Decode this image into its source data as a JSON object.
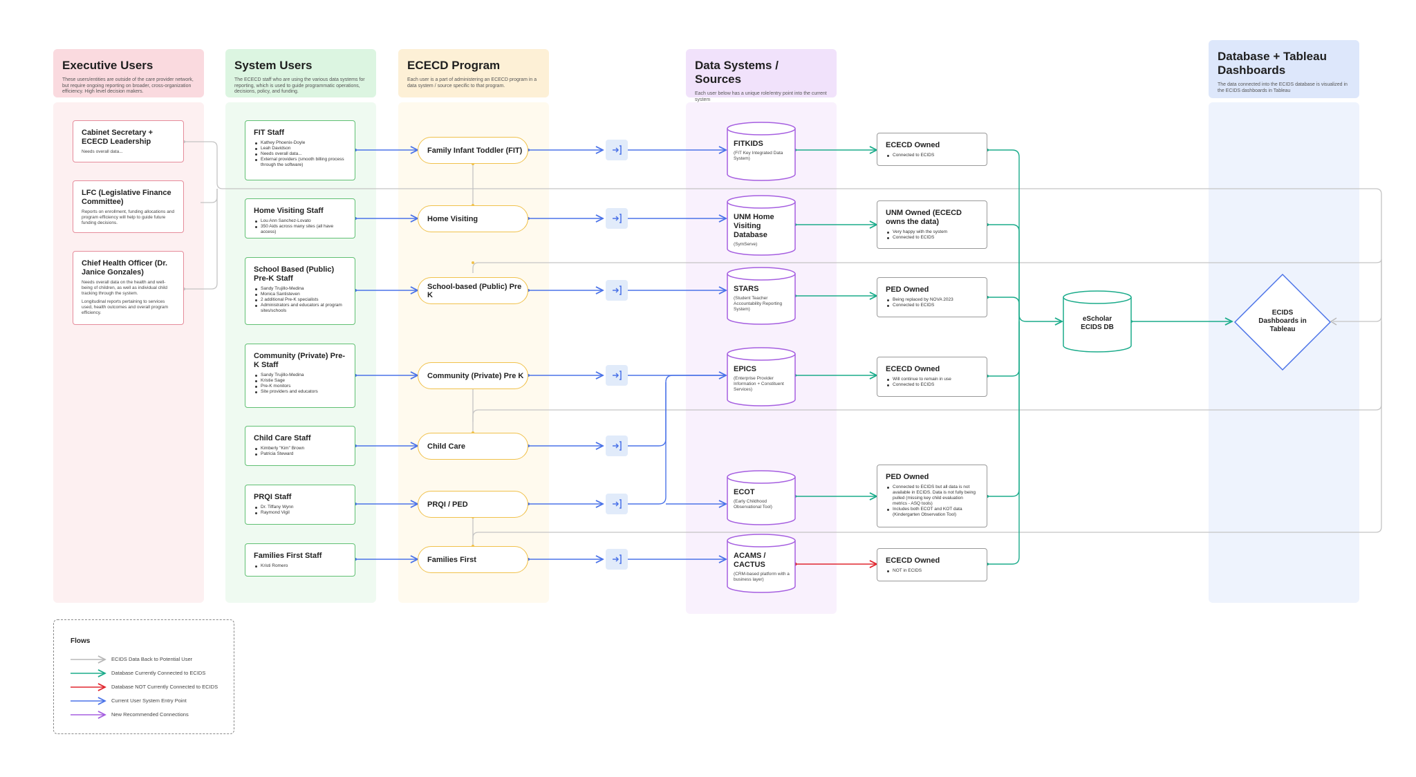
{
  "columns": {
    "executive": {
      "title": "Executive Users",
      "desc": "These users/entities are outside of the care provider network, but require ongoing reporting on broader, cross-organization efficiency. High level decision makers."
    },
    "system": {
      "title": "System Users",
      "desc": "The ECECD staff who are using the various data systems for reporting, which is used to guide programmatic operations, decisions, policy, and funding."
    },
    "program": {
      "title": "ECECD Program",
      "desc": "Each user is a part of administering an ECECD program in a data system / source specific to that program."
    },
    "sources": {
      "title": "Data Systems / Sources",
      "desc": "Each user below has a unique role/entry point into the current system"
    },
    "tableau": {
      "title": "Database + Tableau Dashboards",
      "desc": "The data connected into the ECIDS database is visualized in the ECIDS dashboards in Tableau"
    }
  },
  "executive_users": [
    {
      "title": "Cabinet Secretary + ECECD Leadership",
      "desc": "Needs overall data..."
    },
    {
      "title": "LFC (Legislative Finance Committee)",
      "desc": "Reports on enrollment, funding allocations and program efficiency will help to guide future funding decisions."
    },
    {
      "title": "Chief Health Officer (Dr. Janice Gonzales)",
      "desc": "Needs overall data on the health and well-being of children, as well as individual child tracking through the system.",
      "desc2": "Longitudinal reports pertaining to services used, health outcomes and overall program efficiency."
    }
  ],
  "system_users": [
    {
      "title": "FIT Staff",
      "items": [
        "Kathey Phoenix-Doyle",
        "Leah Davidson",
        "Needs overall data...",
        "External providers (smooth billing process through the software)"
      ]
    },
    {
      "title": "Home Visiting Staff",
      "items": [
        "Lou Ann Sanchez-Lovato",
        "350 Aids across many sites (all have access)"
      ]
    },
    {
      "title": "School Based (Public) Pre-K Staff",
      "items": [
        "Sandy Trujillo-Medina",
        "Monica Santisteven",
        "2 additional Pre-K specialists",
        "Administrators and educators at program sites/schools"
      ]
    },
    {
      "title": "Community (Private) Pre-K Staff",
      "items": [
        "Sandy Trujillo-Medina",
        "Kristie Sage",
        "Pre-K monitors",
        "Site providers and educators"
      ]
    },
    {
      "title": "Child Care Staff",
      "items": [
        "Kimberly \"Kim\" Brown",
        "Patricia Steward"
      ]
    },
    {
      "title": "PRQI Staff",
      "items": [
        "Dr. Tiffany Wynn",
        "Raymond Vigil"
      ]
    },
    {
      "title": "Families First Staff",
      "items": [
        "Kristi Romero"
      ]
    }
  ],
  "programs": [
    "Family Infant Toddler (FIT)",
    "Home Visiting",
    "School-based (Public) Pre K",
    "Community (Private) Pre K",
    "Child Care",
    "PRQI / PED",
    "Families First"
  ],
  "sources": [
    {
      "title": "FITKIDS",
      "desc": "(FIT Key Integrated Data System)"
    },
    {
      "title": "UNM Home Visiting Database",
      "desc": "(SymServe)"
    },
    {
      "title": "STARS",
      "desc": "(Student Teacher Accountability Reporting System)"
    },
    {
      "title": "EPICS",
      "desc": "(Enterprise Provider Information + Constituent Services)"
    },
    {
      "title": "ECOT",
      "desc": "(Early Childhood Observational Tool)"
    },
    {
      "title": "ACAMS / CACTUS",
      "desc": "(CRM-based platform with a business layer)"
    }
  ],
  "ownership": [
    {
      "title": "ECECD Owned",
      "items": [
        "Connected to ECIDS"
      ]
    },
    {
      "title": "UNM Owned (ECECD owns the data)",
      "items": [
        "Very happy with the system",
        "Connected to ECIDS"
      ]
    },
    {
      "title": "PED Owned",
      "items": [
        "Being replaced by NOVA 2023",
        "Connected to ECIDS"
      ]
    },
    {
      "title": "ECECD Owned",
      "items": [
        "Will continue to remain in use",
        "Connected to ECIDS"
      ]
    },
    {
      "title": "PED Owned",
      "items": [
        "Connected to ECIDS but all data is not available in ECIDS. Data is not fully being pulled (missing key child evaluation metrics - ASQ tools)",
        "Includes both ECOT and KOT data (Kindergarten Observation Tool)"
      ]
    },
    {
      "title": "ECECD Owned",
      "items": [
        "NOT in ECIDS"
      ]
    }
  ],
  "ecids_db": {
    "line1": "eScholar",
    "line2": "ECIDS DB"
  },
  "dashboard": {
    "line1": "ECIDS",
    "line2": "Dashboards in",
    "line3": "Tableau"
  },
  "legend": {
    "title": "Flows",
    "items": [
      {
        "label": "ECIDS Data Back to Potential User",
        "color": "#b8b8b8"
      },
      {
        "label": "Database Currently Connected to ECIDS",
        "color": "#1aab8a"
      },
      {
        "label": "Database NOT Currently Connected to ECIDS",
        "color": "#e0262e"
      },
      {
        "label": "Current User System Entry Point",
        "color": "#4a72e8"
      },
      {
        "label": "New Recommended Connections",
        "color": "#a55ee0"
      }
    ]
  },
  "colors": {
    "exec_bg": "#fdf0f1",
    "exec_head": "#fadadf",
    "sys_bg": "#effaf1",
    "sys_head": "#dcf5e1",
    "prog_bg": "#fffaee",
    "prog_head": "#fdf0d6",
    "src_bg": "#f9f1fd",
    "src_head": "#f1e2fb",
    "tab_bg": "#eef3fd",
    "tab_head": "#dde7fb"
  }
}
